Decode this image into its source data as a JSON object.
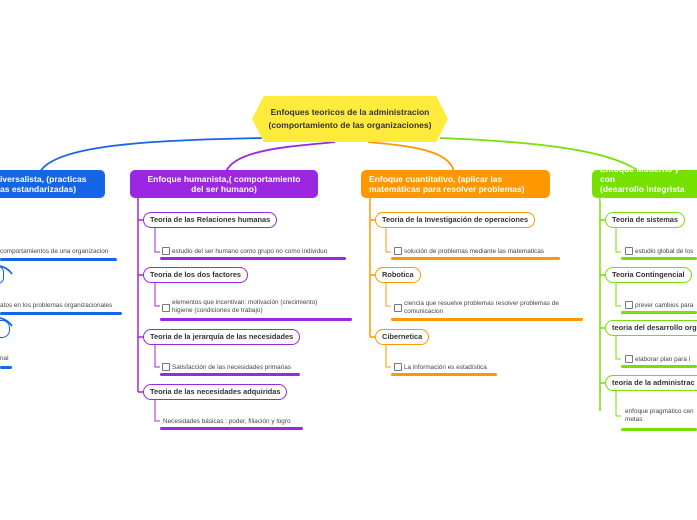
{
  "root": {
    "lines": [
      "Enfoques teoricos de la administracion",
      "(comportamiento de las organizaciones)"
    ]
  },
  "colors": {
    "root": "#ffeb3b",
    "blue": "#1565e8",
    "purple": "#9c27e0",
    "orange": "#ff9800",
    "green": "#76e000"
  },
  "branches": {
    "universalista": {
      "lines": [
        "iversalista, (practicas",
        "as estandarizadas)"
      ]
    },
    "humanista": {
      "lines": [
        "Enfoque humanista,( comportamiento",
        "del ser humano)"
      ]
    },
    "cuantitativo": {
      "lines": [
        "Enfoque cuantitativo, (aplicar las",
        "matemáticas para resolver problemas)"
      ]
    },
    "moderno": {
      "lines": [
        "Enfoque Moderno y con",
        "(desarrollo integrista c"
      ]
    }
  },
  "universalista_items": {
    "note1": "comportamientos  de una organizacion",
    "note2": "atos  en los problemas organizacionales",
    "note3": "nal"
  },
  "humanista_items": {
    "t1": "Teoria de las Relaciones humanas",
    "n1": "estudio del ser humano como  grupo no como individuo",
    "t2": "Teoria de los dos factores",
    "n2": [
      "elementos que incentivan:  motivación (crecimiento)",
      "higiene (condiciones de trabajo)"
    ],
    "t3": "Teoria de la jerarquía de las necesidades",
    "n3": "Satisfacción de las necesidades primarias",
    "t4": "Teoria de las necesidades adquiridas",
    "n4": "Necesidades básicas : poder, filiación y logro"
  },
  "cuantitativo_items": {
    "t1": "Teoria de la Investigación de operaciones",
    "n1": "solución de problemas  mediante las matematicas",
    "t2": "Robotica",
    "n2": [
      "ciencia  que resuelve problemas resolver problemas de",
      "comunicacion"
    ],
    "t3": "Cibernetica",
    "n3": "La información es estadística"
  },
  "moderno_items": {
    "t1": "Teoria de sistemas",
    "n1": "estudio global de los",
    "t2": "Teoria Contingencial",
    "n2": "prever cambios para",
    "t3": "teoria del desarrollo org",
    "n3": "elaborar plan para  l",
    "t4": "teoria de la administrac",
    "n4": [
      "enfoque pragmático cen",
      "metas"
    ]
  }
}
